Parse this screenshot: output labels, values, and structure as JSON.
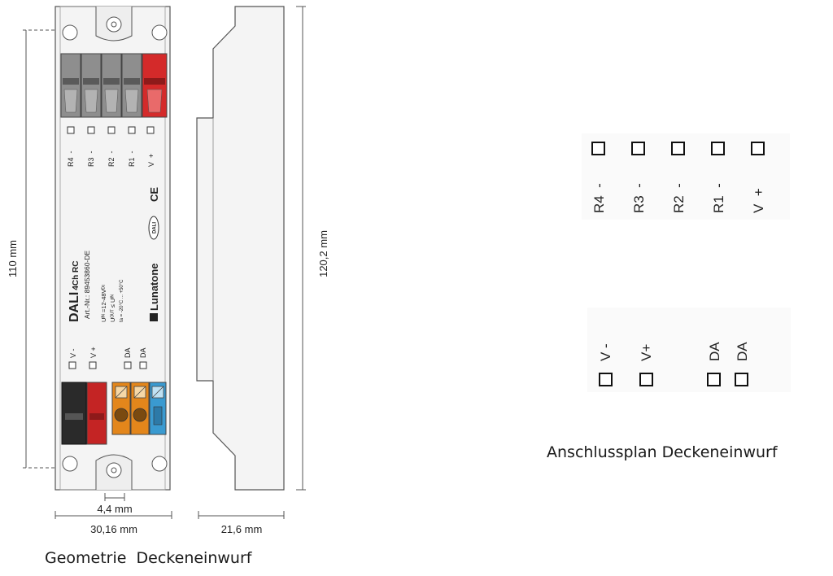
{
  "dimensions": {
    "height_110": "110 mm",
    "height_120": "120,2 mm",
    "width_4_4": "4,4 mm",
    "width_30_16": "30,16 mm",
    "width_21_6": "21,6 mm"
  },
  "device": {
    "top_terminals": [
      "R4  -",
      "R3  -",
      "R2  -",
      "R1  -",
      "V  +"
    ],
    "bottom_terminals_power": [
      "V -",
      "V +"
    ],
    "bottom_terminals_dali": [
      "DA",
      "DA"
    ],
    "model": "DALI",
    "model_suffix": "4Ch RC",
    "art_nr": "Art.-Nr.: 89453860-DE",
    "spec_uin": "Uᴵᴺ =12-48Vᴰᶜ",
    "spec_uout": "Uᴼᵁᵀ ≤ Uᴵᴺ",
    "spec_ta": "ta = -20°C ... +50°C",
    "brand": "Lunatone",
    "ce_mark": "CE",
    "dali_logo": "DALI"
  },
  "connection_plan": {
    "top_labels": [
      "R4  -",
      "R3  -",
      "R2  -",
      "R1  -",
      "V  +"
    ],
    "bottom_labels": [
      "V -",
      "V+",
      "DA",
      "DA"
    ]
  },
  "captions": {
    "geometry": "Geometrie  Deckeneinwurf",
    "connection": "Anschlussplan Deckeneinwurf"
  },
  "colors": {
    "terminal_gray": "#8e8e8e",
    "terminal_red": "#d42a2a",
    "terminal_black": "#2a2a2a",
    "terminal_orange": "#e3861b",
    "terminal_blue": "#3a9ad0"
  }
}
